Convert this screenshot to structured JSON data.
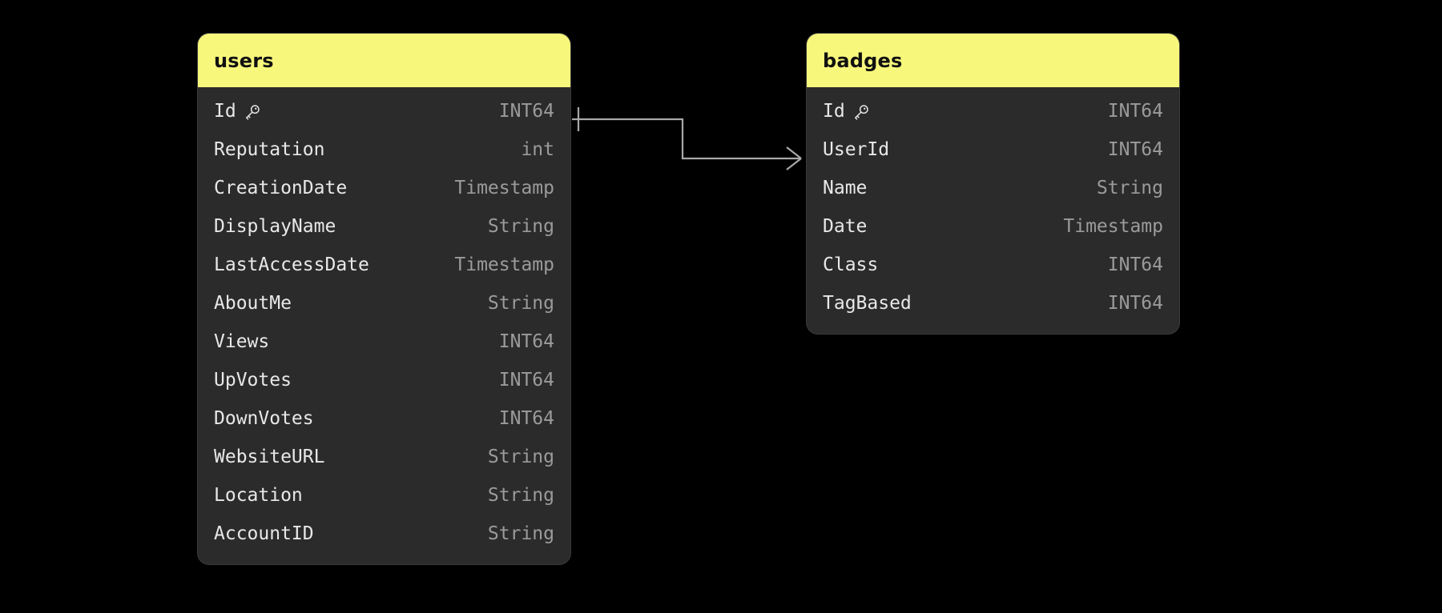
{
  "diagram": {
    "type": "entity-relationship-diagram",
    "background_color": "#000000",
    "header_color": "#f7f77c",
    "table_body_color": "#2b2b2b",
    "field_name_color": "#e8e8e8",
    "field_type_color": "#9b9b9b",
    "connector_color": "#a8a8a8"
  },
  "tables": [
    {
      "name": "users",
      "fields": [
        {
          "name": "Id",
          "type": "INT64",
          "key": true,
          "icon": "key-icon"
        },
        {
          "name": "Reputation",
          "type": "int",
          "key": false,
          "icon": ""
        },
        {
          "name": "CreationDate",
          "type": "Timestamp",
          "key": false,
          "icon": ""
        },
        {
          "name": "DisplayName",
          "type": "String",
          "key": false,
          "icon": ""
        },
        {
          "name": "LastAccessDate",
          "type": "Timestamp",
          "key": false,
          "icon": ""
        },
        {
          "name": "AboutMe",
          "type": "String",
          "key": false,
          "icon": ""
        },
        {
          "name": "Views",
          "type": "INT64",
          "key": false,
          "icon": ""
        },
        {
          "name": "UpVotes",
          "type": "INT64",
          "key": false,
          "icon": ""
        },
        {
          "name": "DownVotes",
          "type": "INT64",
          "key": false,
          "icon": ""
        },
        {
          "name": "WebsiteURL",
          "type": "String",
          "key": false,
          "icon": ""
        },
        {
          "name": "Location",
          "type": "String",
          "key": false,
          "icon": ""
        },
        {
          "name": "AccountID",
          "type": "String",
          "key": false,
          "icon": ""
        }
      ]
    },
    {
      "name": "badges",
      "fields": [
        {
          "name": "Id",
          "type": "INT64",
          "key": true,
          "icon": "key-icon"
        },
        {
          "name": "UserId",
          "type": "INT64",
          "key": false,
          "icon": ""
        },
        {
          "name": "Name",
          "type": "String",
          "key": false,
          "icon": ""
        },
        {
          "name": "Date",
          "type": "Timestamp",
          "key": false,
          "icon": ""
        },
        {
          "name": "Class",
          "type": "INT64",
          "key": false,
          "icon": ""
        },
        {
          "name": "TagBased",
          "type": "INT64",
          "key": false,
          "icon": ""
        }
      ]
    }
  ],
  "relationships": [
    {
      "from_table": "users",
      "from_field": "Id",
      "to_table": "badges",
      "to_field": "UserId",
      "from_cardinality": "one",
      "to_cardinality": "many"
    }
  ]
}
